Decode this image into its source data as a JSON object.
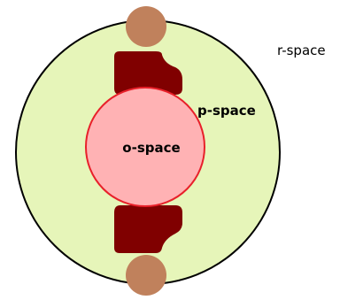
{
  "diagram": {
    "labels": {
      "r_space": "r-space",
      "p_space": "p-space",
      "o_space": "o-space"
    },
    "colors": {
      "background": "#ffffff",
      "p_space_fill": "#e6f5b9",
      "p_space_stroke": "#000000",
      "o_space_fill": "#ffb2b4",
      "o_space_stroke": "#e8202a",
      "body_fill": "#800000",
      "head_fill": "#c0815c",
      "text": "#000000"
    }
  }
}
